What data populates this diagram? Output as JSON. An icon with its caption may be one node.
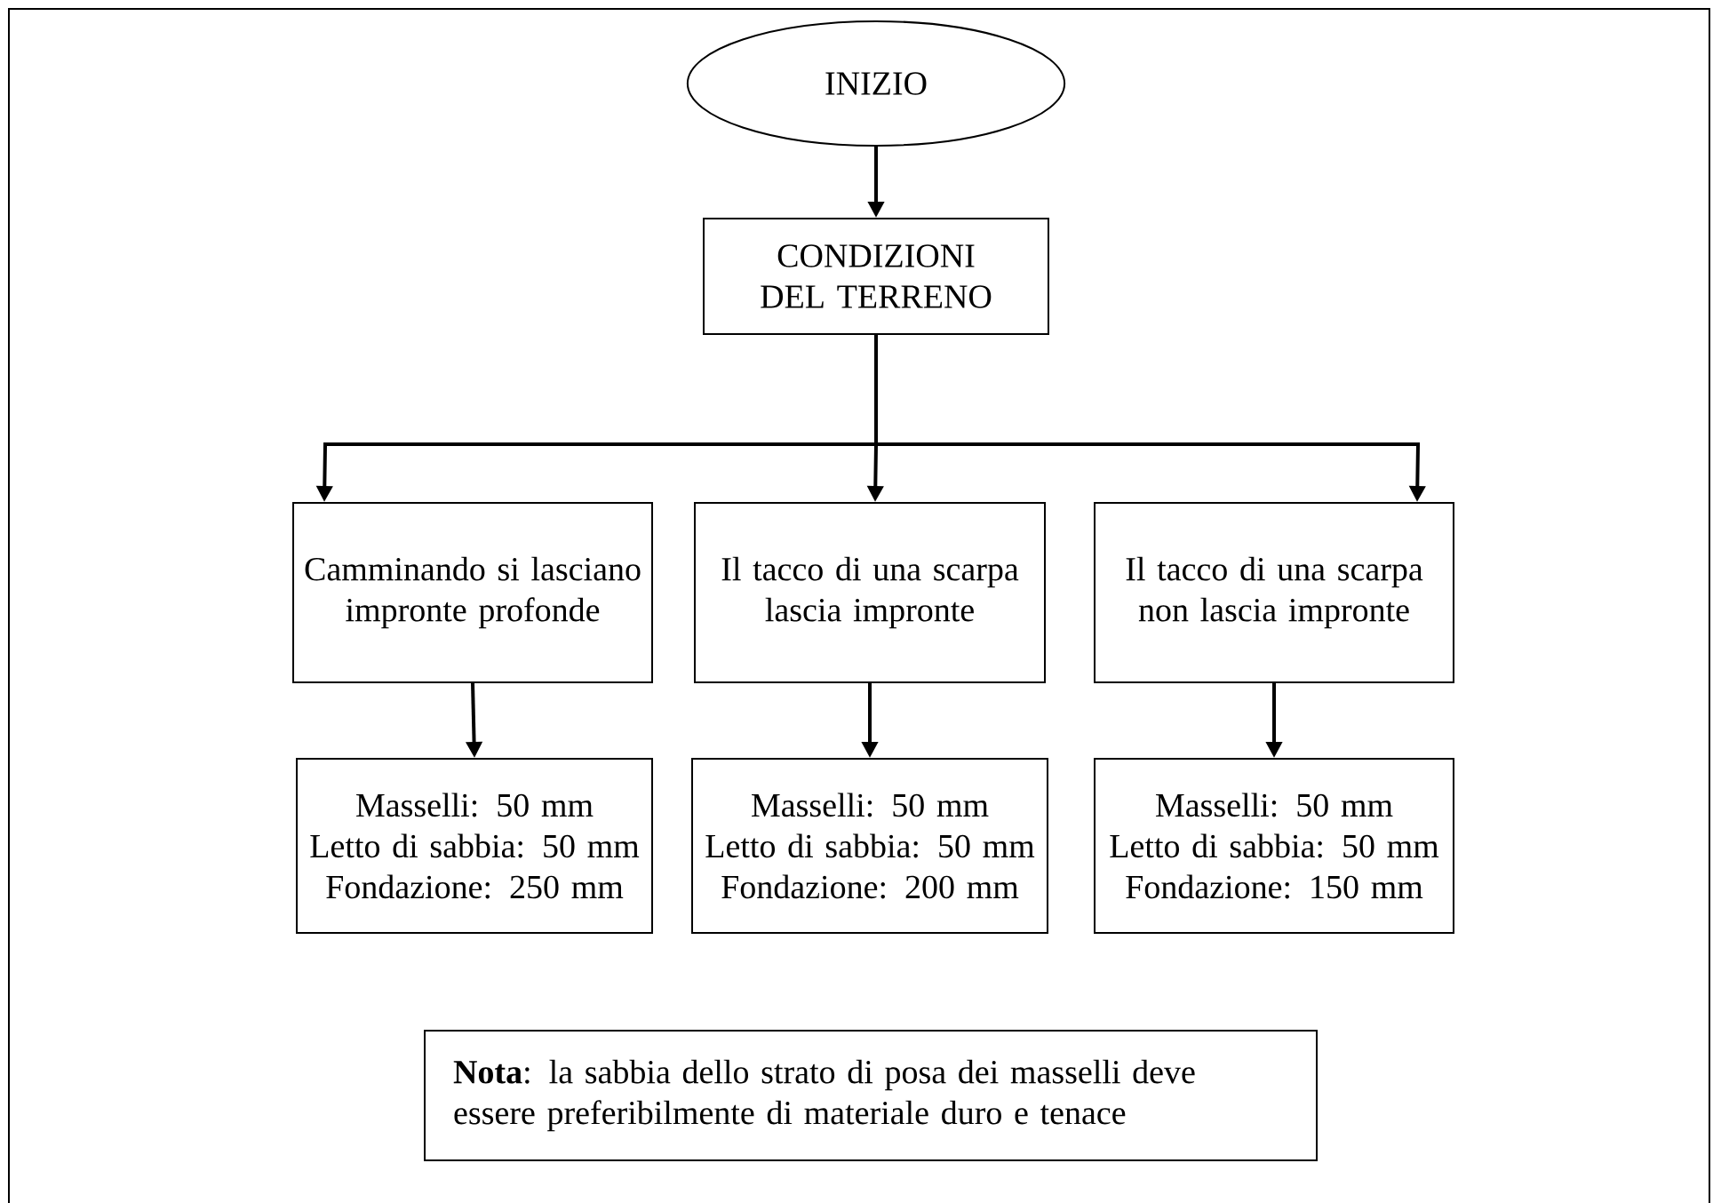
{
  "diagram": {
    "nodes": [
      {
        "text": [
          "INIZIO"
        ]
      },
      {
        "text": [
          "CONDIZIONI DEL TERRENO"
        ]
      },
      {
        "text": [
          "Camminando si lasciano impronte profonde"
        ]
      },
      {
        "text": [
          "Il tacco di una scarpa lascia impronte"
        ]
      },
      {
        "text": [
          "Il tacco di una scarpa non lascia impronte"
        ]
      },
      {
        "text": [
          "Masselli: 50 mm",
          "Letto di sabbia: 50 mm",
          "Fondazione: 250 mm"
        ]
      },
      {
        "text": [
          "Masselli: 50 mm",
          "Letto di sabbia: 50 mm",
          "Fondazione: 200 mm"
        ]
      },
      {
        "text": [
          "Masselli: 50 mm",
          "Letto di sabbia: 50 mm",
          "Fondazione: 150 mm"
        ]
      },
      {
        "text": [
          "**Nota**: la sabbia dello strato di posa dei masselli deve essere preferibilmente di materiale duro e tenace"
        ]
      }
    ],
    "edges": [
      {
        "from": 0,
        "to": 1,
        "arrow": "to"
      },
      {
        "from": 1,
        "to": 2,
        "arrow": "to"
      },
      {
        "from": 1,
        "to": 3,
        "arrow": "to"
      },
      {
        "from": 1,
        "to": 4,
        "arrow": "to"
      },
      {
        "from": 2,
        "to": 5,
        "arrow": "to"
      },
      {
        "from": 3,
        "to": 6,
        "arrow": "to"
      },
      {
        "from": 4,
        "to": 7,
        "arrow": "to"
      }
    ]
  }
}
